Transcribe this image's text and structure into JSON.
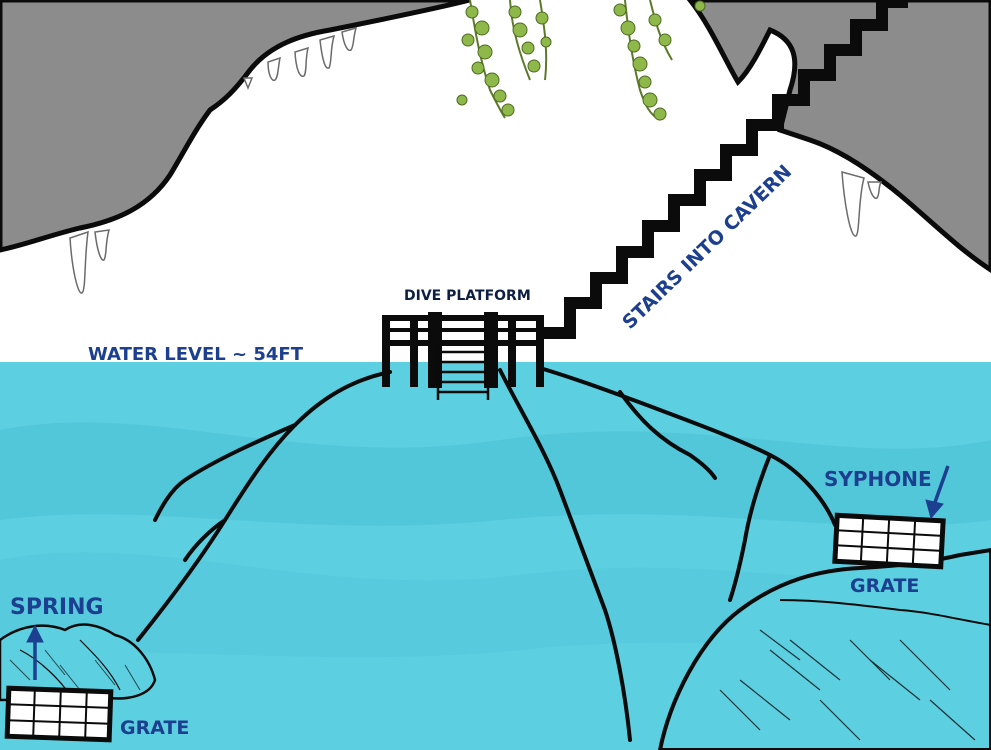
{
  "diagram": {
    "labels": {
      "water_level": "WATER LEVEL ~ 54FT",
      "dive_platform": "DIVE PLATFORM",
      "stairs": "STAIRS INTO CAVERN",
      "spring": "SPRING",
      "syphone": "SYPHONE",
      "grate_left": "GRATE",
      "grate_right": "GRATE"
    },
    "colors": {
      "rock": "#8c8c8c",
      "water": "#5ccfe0",
      "water_dark": "#4cc1d6",
      "label": "#1c3f8f",
      "line": "#0b0b0b",
      "vine": "#8fb84a"
    }
  }
}
